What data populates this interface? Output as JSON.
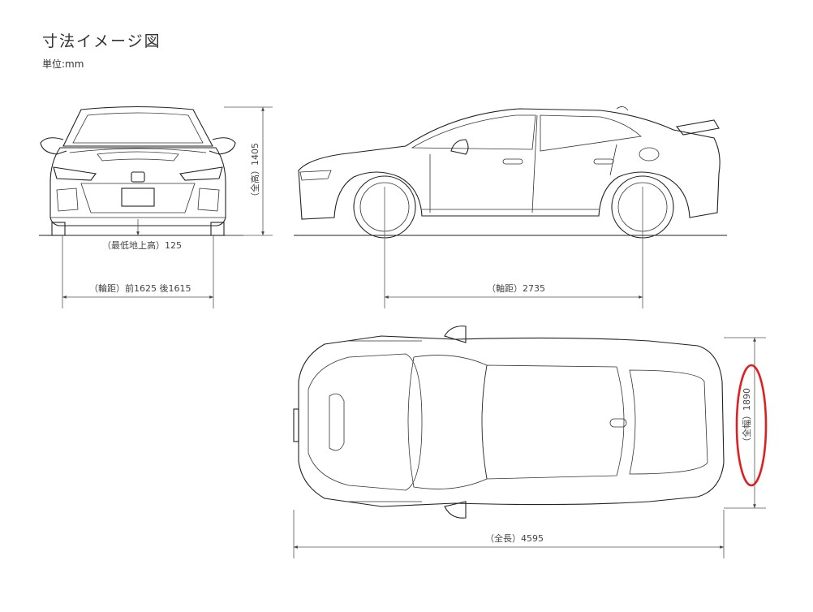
{
  "title": "寸法イメージ図",
  "unit": "単位:mm",
  "dimensions": {
    "height": "（全高）1405",
    "ground_clearance": "（最低地上高）125",
    "tread": "（輪距）前1625  後1615",
    "wheelbase": "（軸距）2735",
    "width": "（全幅）1890",
    "length": "（全長）4595"
  },
  "highlight_color": "#e02020"
}
